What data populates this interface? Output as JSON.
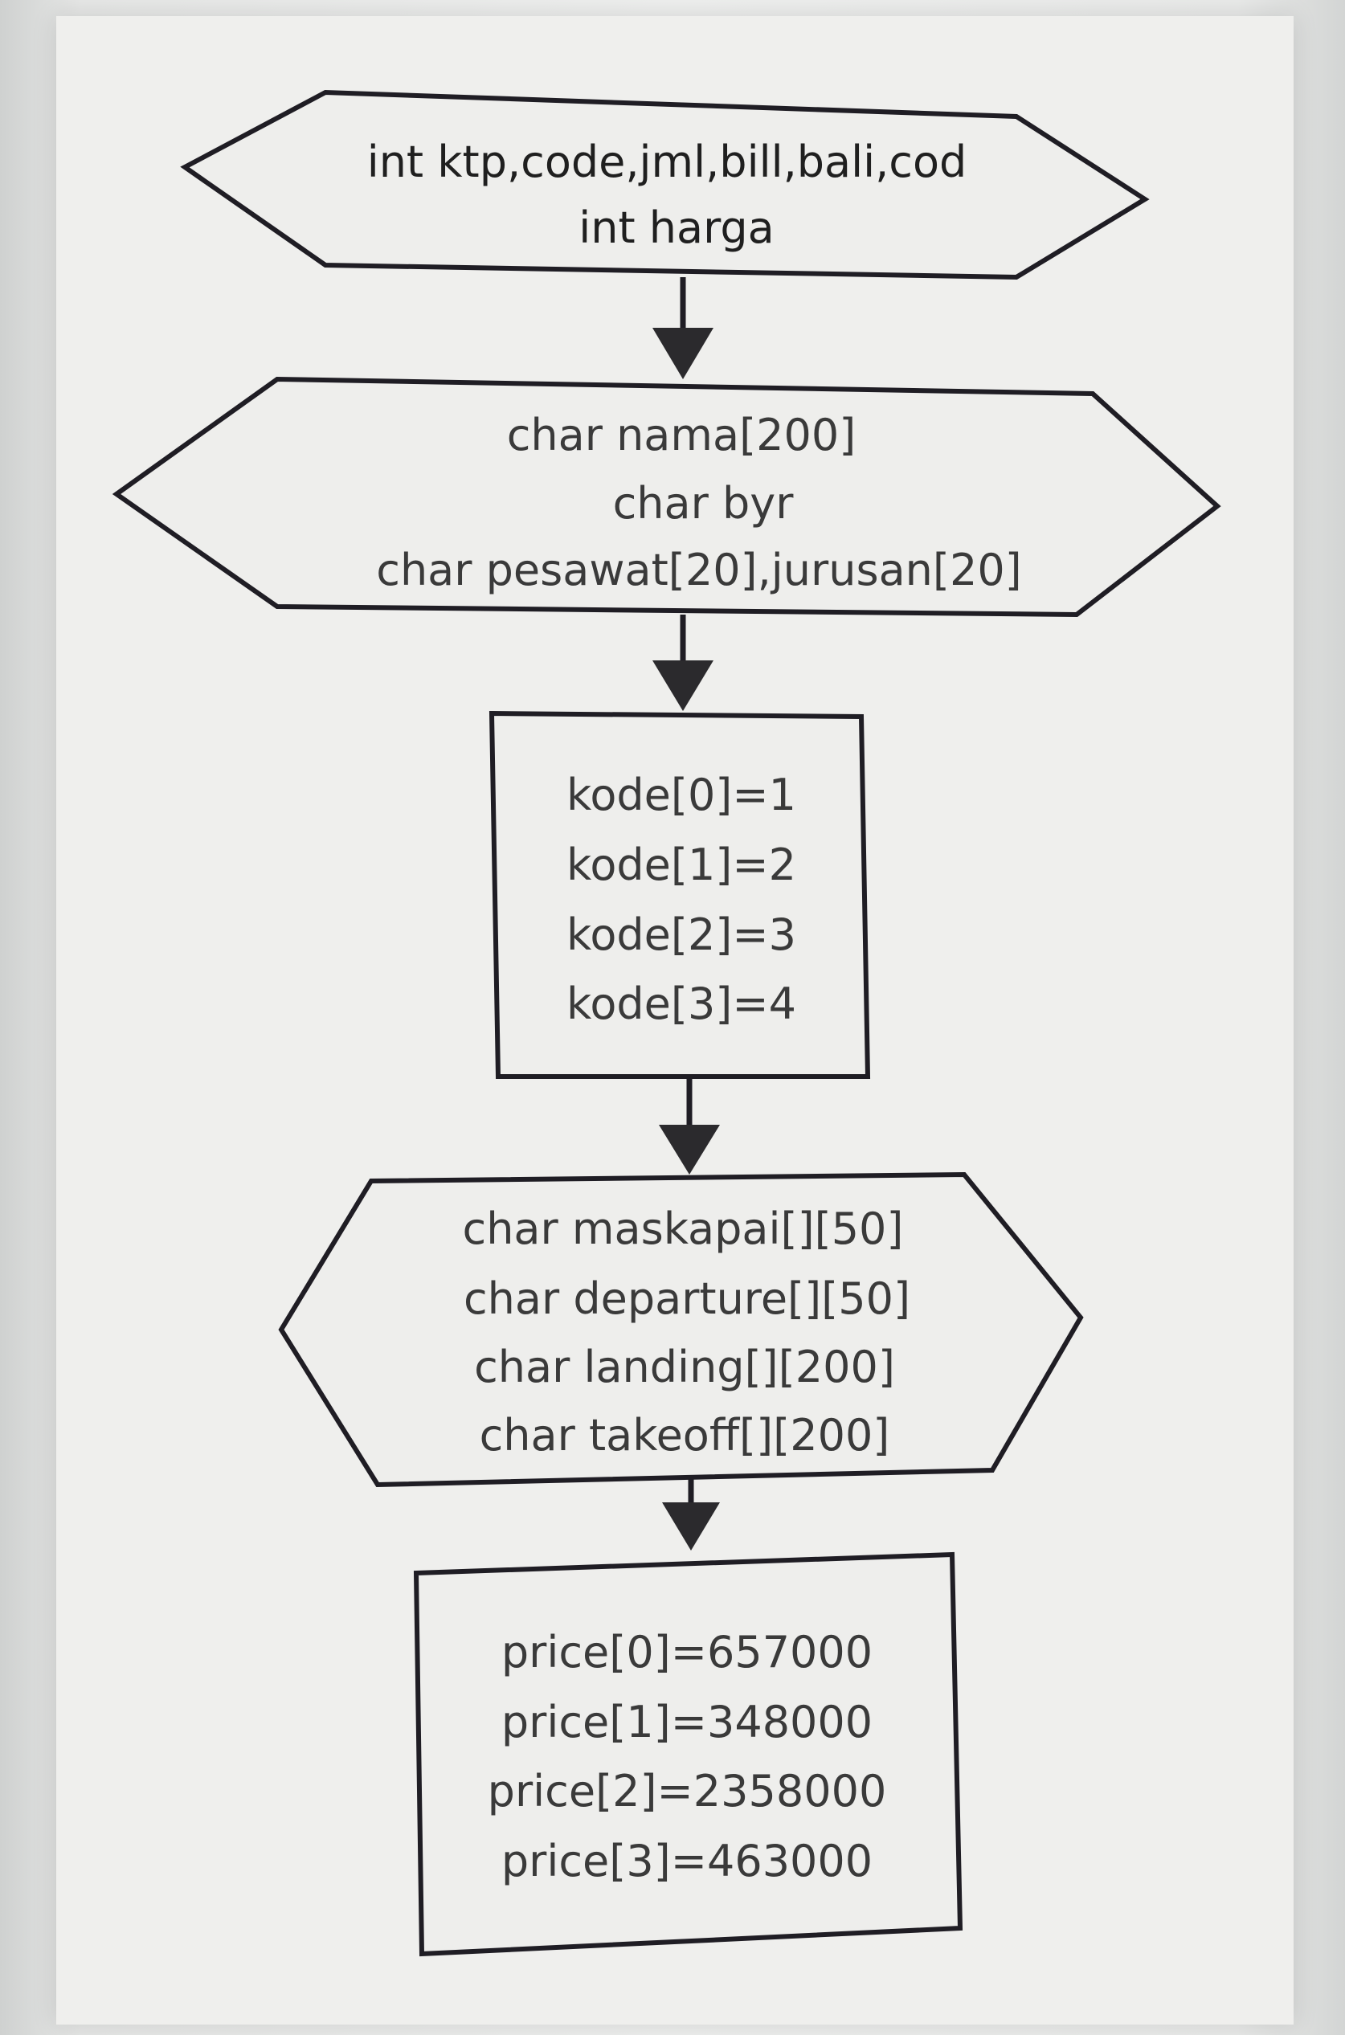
{
  "diagram": {
    "nodes": [
      {
        "id": "decl-int",
        "shape": "hexagon",
        "lines": [
          "int ktp,code,jml,bill,bali,cod",
          "int harga"
        ]
      },
      {
        "id": "decl-char",
        "shape": "hexagon",
        "lines": [
          "char nama[200]",
          "char byr",
          "char pesawat[20],jurusan[20]"
        ]
      },
      {
        "id": "kode-assign",
        "shape": "rectangle",
        "lines": [
          "kode[0]=1",
          "kode[1]=2",
          "kode[2]=3",
          "kode[3]=4"
        ]
      },
      {
        "id": "decl-char-arrays",
        "shape": "hexagon",
        "lines": [
          "char maskapai[][50]",
          "char departure[][50]",
          "char landing[][200]",
          "char takeoff[][200]"
        ]
      },
      {
        "id": "price-assign",
        "shape": "rectangle",
        "lines": [
          "price[0]=657000",
          "price[1]=348000",
          "price[2]=2358000",
          "price[3]=463000"
        ]
      }
    ],
    "edges": [
      {
        "from": "decl-int",
        "to": "decl-char"
      },
      {
        "from": "decl-char",
        "to": "kode-assign"
      },
      {
        "from": "kode-assign",
        "to": "decl-char-arrays"
      },
      {
        "from": "decl-char-arrays",
        "to": "price-assign"
      }
    ]
  }
}
